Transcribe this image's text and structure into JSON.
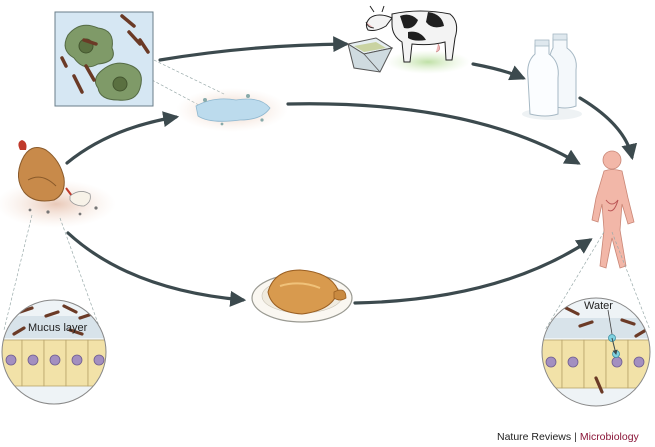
{
  "labels": {
    "mucus_layer": "Mucus layer",
    "water": "Water"
  },
  "credit": {
    "journal": "Nature Reviews",
    "separator": "|",
    "subject": "Microbiology"
  },
  "colors": {
    "arrow": "#3c4a4e",
    "bacteria": "#6b3a26",
    "amoeba": "#6e8a5a",
    "subject_accent": "#8a1538"
  },
  "icons": [
    "amoeba-inset-icon",
    "water-puddle-icon",
    "cow-icon",
    "feed-trough-icon",
    "milk-bottles-icon",
    "human-figure-icon",
    "chicken-icon",
    "roast-chicken-icon",
    "chicken-gut-inset-icon",
    "human-gut-inset-icon"
  ]
}
